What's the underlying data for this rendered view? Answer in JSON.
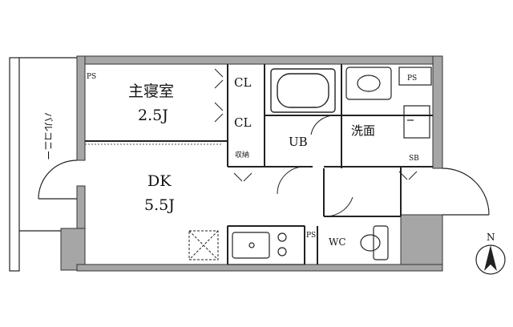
{
  "plan": {
    "rooms": {
      "bedroom_name": "主寝室",
      "bedroom_size": "2.5J",
      "dk_name": "DK",
      "dk_size": "5.5J",
      "ub": "UB",
      "washroom": "洗面",
      "wc": "WC",
      "storage": "収納",
      "balcony": "バルコニー"
    },
    "fixtures": {
      "closet_top": "CL",
      "closet_bottom": "CL",
      "ps_left": "PS",
      "ps_right": "PS",
      "ps_small": "PS",
      "sb": "SB"
    },
    "compass": {
      "label": "N"
    }
  }
}
